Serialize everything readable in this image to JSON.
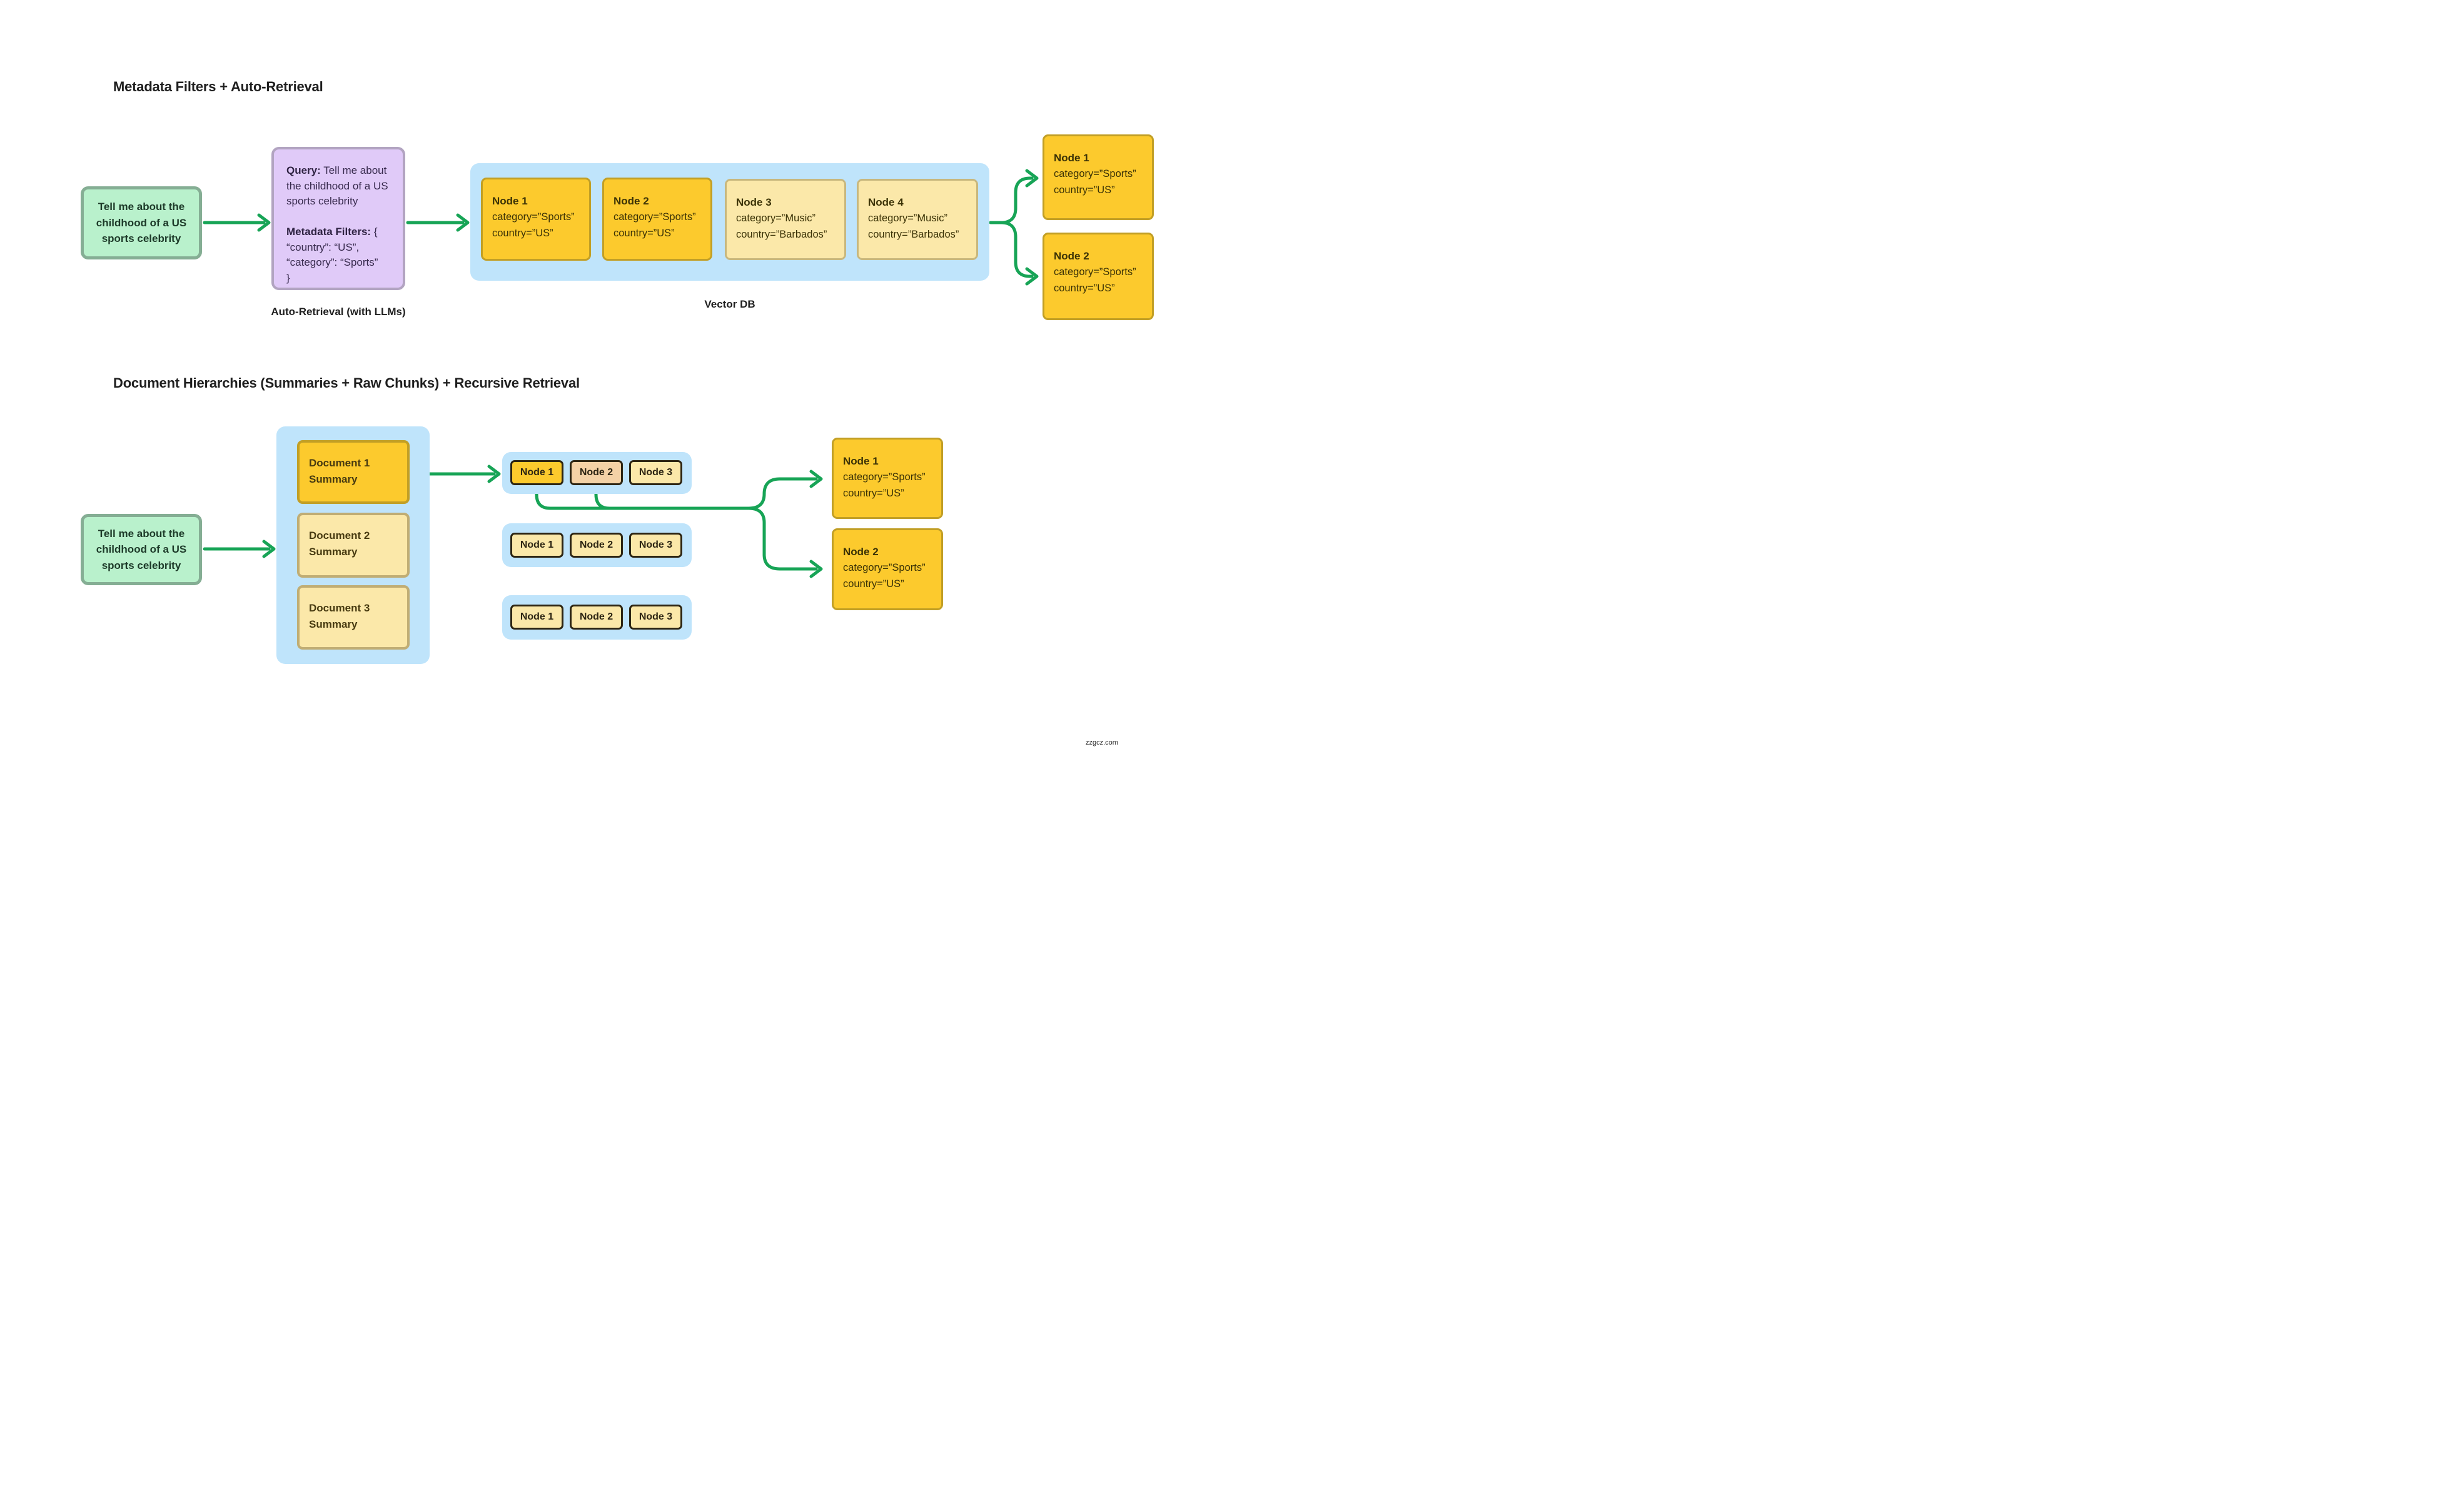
{
  "watermark": "zzgcz.com",
  "section1": {
    "title": "Metadata Filters + Auto-Retrieval",
    "query_box": "Tell me about the childhood of a US sports celebrity",
    "auto_box": {
      "query_label": "Query:",
      "query_text": " Tell me about the childhood of a US sports celebrity",
      "filters_label": "Metadata Filters:",
      "filters_open": " {",
      "filter_line_1": "“country”: “US”,",
      "filter_line_2": "“category”: “Sports”",
      "filters_close": "}"
    },
    "auto_caption": "Auto-Retrieval (with LLMs)",
    "vector_db_label": "Vector DB",
    "vdb_nodes": [
      {
        "title": "Node 1",
        "attr1": "category=”Sports”",
        "attr2": "country=”US”"
      },
      {
        "title": "Node 2",
        "attr1": "category=”Sports”",
        "attr2": "country=”US”"
      },
      {
        "title": "Node 3",
        "attr1": "category=”Music”",
        "attr2": "country=”Barbados”"
      },
      {
        "title": "Node 4",
        "attr1": "category=”Music”",
        "attr2": "country=”Barbados”"
      }
    ],
    "results": [
      {
        "title": "Node 1",
        "attr1": "category=”Sports”",
        "attr2": "country=”US”"
      },
      {
        "title": "Node 2",
        "attr1": "category=”Sports”",
        "attr2": "country=”US”"
      }
    ]
  },
  "section2": {
    "title": "Document Hierarchies (Summaries + Raw Chunks) + Recursive Retrieval",
    "query_box": "Tell me about the childhood of a US sports celebrity",
    "documents": [
      {
        "line1": "Document 1",
        "line2": "Summary"
      },
      {
        "line1": "Document 2",
        "line2": "Summary"
      },
      {
        "line1": "Document 3",
        "line2": "Summary"
      }
    ],
    "rows": [
      {
        "n1": "Node 1",
        "n2": "Node 2",
        "n3": "Node 3"
      },
      {
        "n1": "Node 1",
        "n2": "Node 2",
        "n3": "Node 3"
      },
      {
        "n1": "Node 1",
        "n2": "Node 2",
        "n3": "Node 3"
      }
    ],
    "results": [
      {
        "title": "Node 1",
        "attr1": "category=”Sports”",
        "attr2": "country=”US”"
      },
      {
        "title": "Node 2",
        "attr1": "category=”Sports”",
        "attr2": "country=”US”"
      }
    ]
  }
}
